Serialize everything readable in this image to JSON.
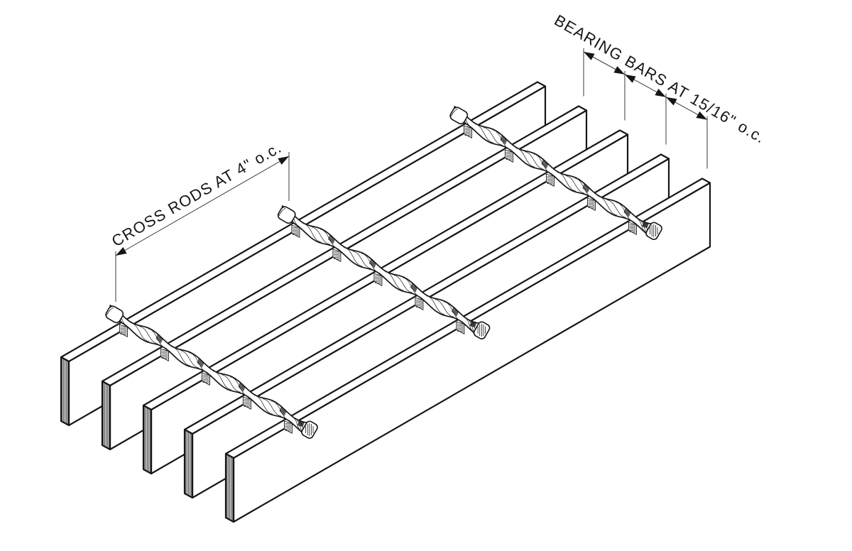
{
  "canvas": {
    "background": "#ffffff",
    "ink_color": "#161616",
    "dimension_line_color": "#3a3a3a"
  },
  "labels": {
    "bearing_bars": "BEARING BARS AT 15/16\" o.c.",
    "cross_rods": "CROSS RODS AT 4\" o.c."
  },
  "structure": {
    "bearing_bars": {
      "count": 5,
      "spacing_text": "15/16\" o.c."
    },
    "cross_rods": {
      "count": 3,
      "spacing_text": "4\" o.c."
    }
  }
}
